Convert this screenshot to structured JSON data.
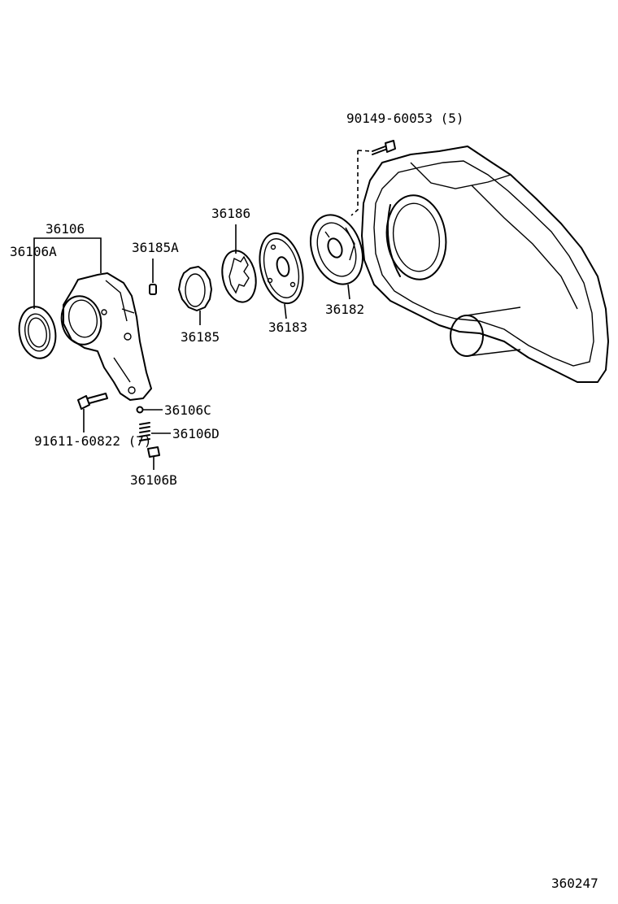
{
  "diagram_id": "360247",
  "labels": {
    "p90149": "90149-60053 (5)",
    "p36106": "36106",
    "p36106A": "36106A",
    "p36185A": "36185A",
    "p36186": "36186",
    "p36185": "36185",
    "p36183": "36183",
    "p36182": "36182",
    "p36106C": "36106C",
    "p36106D": "36106D",
    "p36106B": "36106B",
    "p91611": "91611-60822 (7)"
  }
}
